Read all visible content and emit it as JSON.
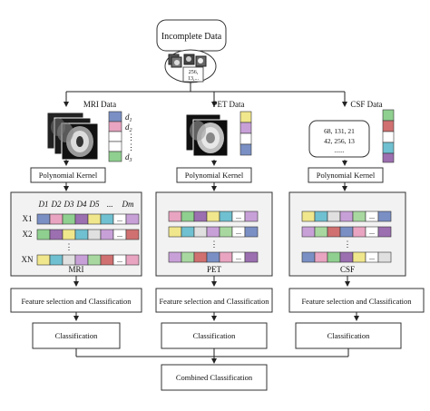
{
  "colors": {
    "line": "#222222",
    "box_border": "#333333",
    "matrix_bg": "#f2f2f2",
    "palette": [
      "#7a8fc4",
      "#e8a4c0",
      "#8fcf8f",
      "#9b6fb0",
      "#f0e68c",
      "#6fc0d0",
      "#e0e0e0",
      "#c8a0d8",
      "#a8d8a0",
      "#d07070"
    ]
  },
  "top": {
    "title": "Incomplete Data",
    "values_box": [
      "256,",
      "13,..."
    ]
  },
  "branches": {
    "mri": {
      "data_label": "MRI Data",
      "d_labels": [
        "d",
        "d",
        "⋮",
        "⋮",
        "d"
      ],
      "d_subs": [
        "1",
        "2",
        "",
        "",
        "3"
      ],
      "kernel": "Polynomial Kernel",
      "header_labels": [
        "D1",
        "D2",
        "D3",
        "D4",
        "D5",
        "...",
        "Dm"
      ],
      "row_labels": [
        "X1",
        "X2",
        "⋮",
        "XN"
      ],
      "matrix_caption": "MRI",
      "feature_box": "Feature selection and Classification",
      "class_box": "Classification"
    },
    "pet": {
      "data_label": "PET Data",
      "kernel": "Polynomial Kernel",
      "matrix_caption": "PET",
      "feature_box": "Feature selection and Classification",
      "class_box": "Classification"
    },
    "csf": {
      "data_label": "CSF Data",
      "values": [
        "68, 131, 21",
        "42, 256, 13",
        "......"
      ],
      "kernel": "Polynomial Kernel",
      "matrix_caption": "CSF",
      "feature_box": "Feature selection and Classification",
      "class_box": "Classification"
    }
  },
  "matrix_ellipsis": "...",
  "row_vdots": "⋮",
  "combined": "Combined Classification"
}
